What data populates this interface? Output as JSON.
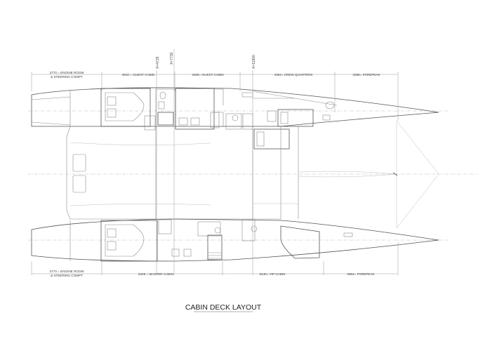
{
  "title": "CABIN DECK LAYOUT",
  "top_dimensions": [
    {
      "line1": "3770 = ENGINE ROOM",
      "line2": "& STEERING COMPT"
    },
    {
      "line1": "3910 = GUEST CABIN"
    },
    {
      "line1": "3460= GUEST CABIN"
    },
    {
      "line1": "4364= CREW QUARTERS"
    },
    {
      "line1": "3358= FOREPEAK"
    }
  ],
  "bottom_dimensions": [
    {
      "line1": "3770 = ENGINE ROOM",
      "line2": "& STEERING COMPT"
    },
    {
      "line1": "6425 = MASTER CABIN"
    },
    {
      "line1": "5440= VIP CABIN"
    },
    {
      "line1": "3964= FOREPEAK"
    }
  ],
  "stations": [
    {
      "label": "X=4725"
    },
    {
      "label": "X=7730"
    },
    {
      "label": "X=11900"
    }
  ],
  "colors": {
    "line": "#8a8a8a",
    "text": "#444444",
    "background": "#ffffff"
  }
}
